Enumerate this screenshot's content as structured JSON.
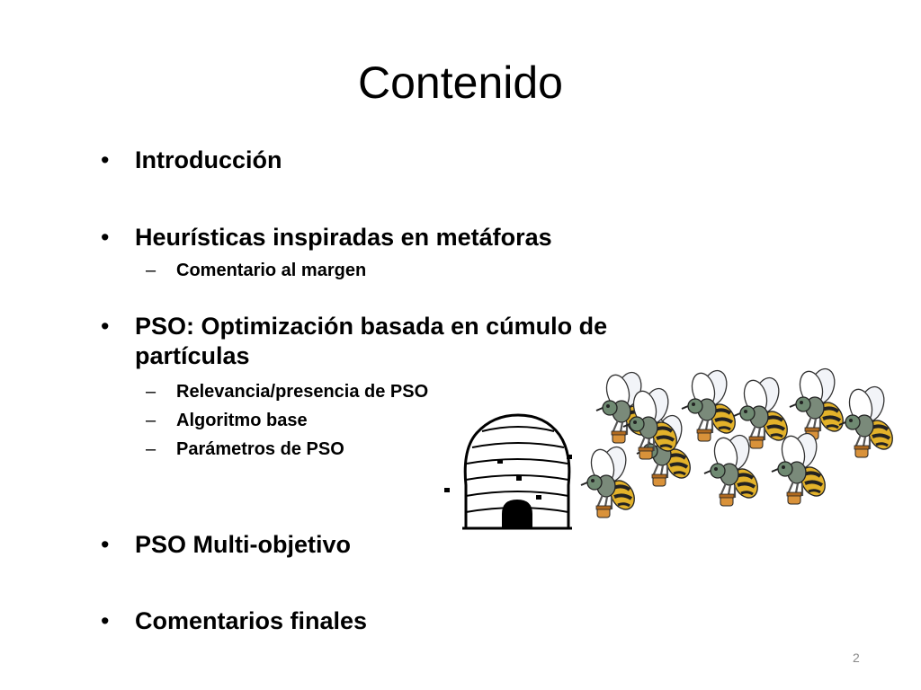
{
  "slide": {
    "title": "Contenido",
    "items": [
      {
        "label": "Introducción",
        "subitems": []
      },
      {
        "label": "Heurísticas inspiradas en metáforas",
        "subitems": [
          "Comentario al margen"
        ]
      },
      {
        "label": "PSO: Optimización basada en cúmulo de partículas",
        "subitems": [
          "Relevancia/presencia de PSO",
          "Algoritmo base",
          "Parámetros de PSO"
        ]
      },
      {
        "label": "PSO Multi-objetivo",
        "subitems": []
      },
      {
        "label": "Comentarios finales",
        "subitems": []
      }
    ],
    "bullet_glyph": "•",
    "sub_glyph": "–",
    "page_number": "2"
  },
  "illustration": {
    "beehive_icon": "beehive-icon",
    "bee_icon": "bee-icon",
    "bee_count": 10
  }
}
